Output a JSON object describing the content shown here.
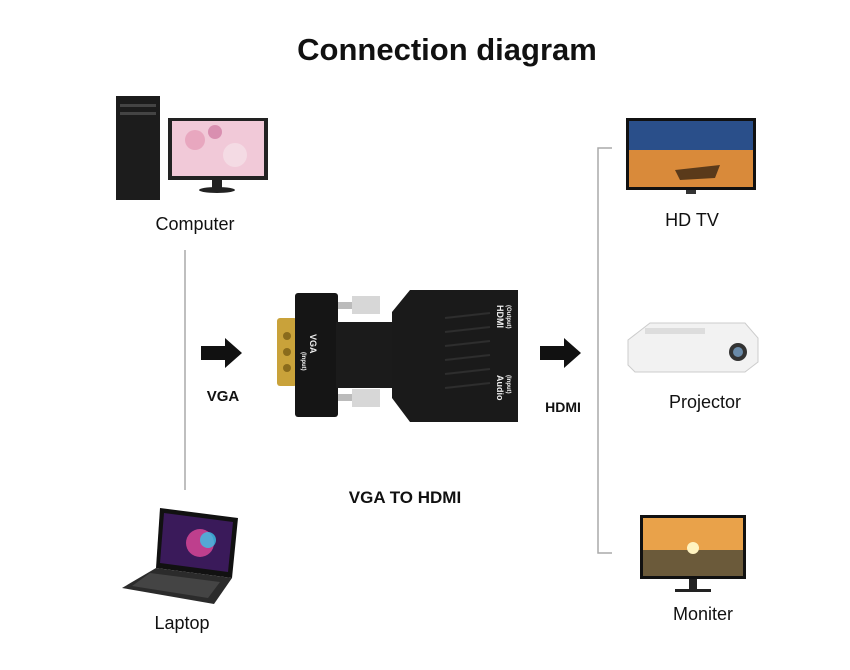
{
  "title": "Connection diagram",
  "sources": {
    "computer": "Computer",
    "laptop": "Laptop"
  },
  "input_label": "VGA",
  "adapter": {
    "caption": "VGA TO HDMI",
    "port_vga": "VGA",
    "port_vga_sub": "(Input)",
    "port_hdmi": "HDMI",
    "port_hdmi_sub": "(Output)",
    "port_audio": "Audio",
    "port_audio_sub": "(Input)"
  },
  "output_label": "HDMI",
  "outputs": {
    "tv": "HD TV",
    "projector": "Projector",
    "monitor": "Moniter"
  },
  "colors": {
    "adapter": "#1a1a1a",
    "gold": "#c9a23a",
    "line": "#9a9a9a"
  }
}
